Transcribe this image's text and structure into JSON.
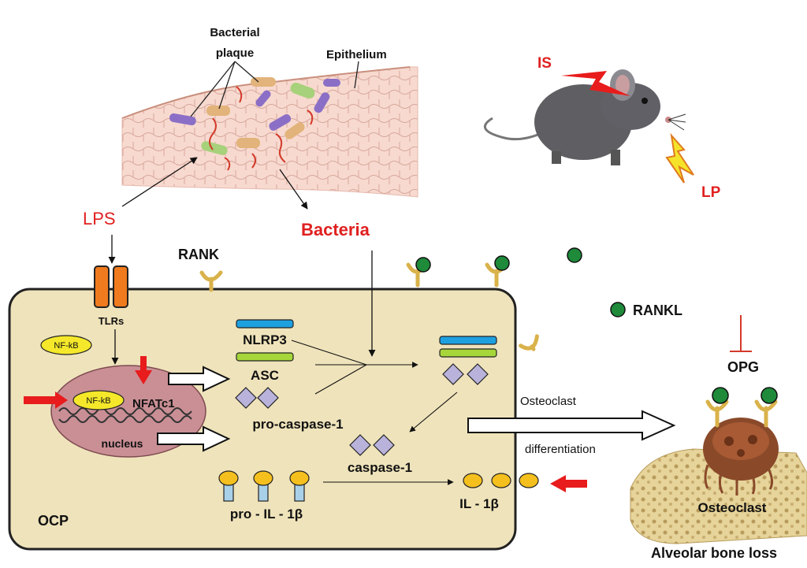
{
  "labels": {
    "bacterial_plaque_line1": "Bacterial",
    "bacterial_plaque_line2": "plaque",
    "epithelium": "Epithelium",
    "is": "IS",
    "lp": "LP",
    "lps": "LPS",
    "bacteria": "Bacteria",
    "rank": "RANK",
    "tlrs": "TLRs",
    "nfkb_cytoplasm": "NF-kB",
    "nfkb_nucleus": "NF-kB",
    "nfatc1": "NFATc1",
    "nucleus": "nucleus",
    "nlrp3": "NLRP3",
    "asc": "ASC",
    "pro_caspase": "pro-caspase-1",
    "caspase": "caspase-1",
    "pro_il": "pro - IL - 1β",
    "il": "IL - 1β",
    "rankl": "RANKL",
    "opg": "OPG",
    "osteoclast_diff_line1": "Osteoclast",
    "osteoclast_diff_line2": "differentiation",
    "osteoclast": "Osteoclast",
    "ocp": "OCP",
    "alveolar_bone_loss": "Alveolar bone loss"
  },
  "colors": {
    "red_label": "#e02020",
    "cell_fill": "#efe3bb",
    "nucleus_fill": "#c98f95",
    "rankl_green": "#1e8a3a",
    "receptor_orange": "#f07a1e",
    "nlrp3_blue": "#1ea0e0",
    "asc_green": "#a6d63a",
    "caspase_purple": "#b9b3dc",
    "il_yellow": "#f5c01e",
    "il_stem_blue": "#a8d0e8"
  }
}
